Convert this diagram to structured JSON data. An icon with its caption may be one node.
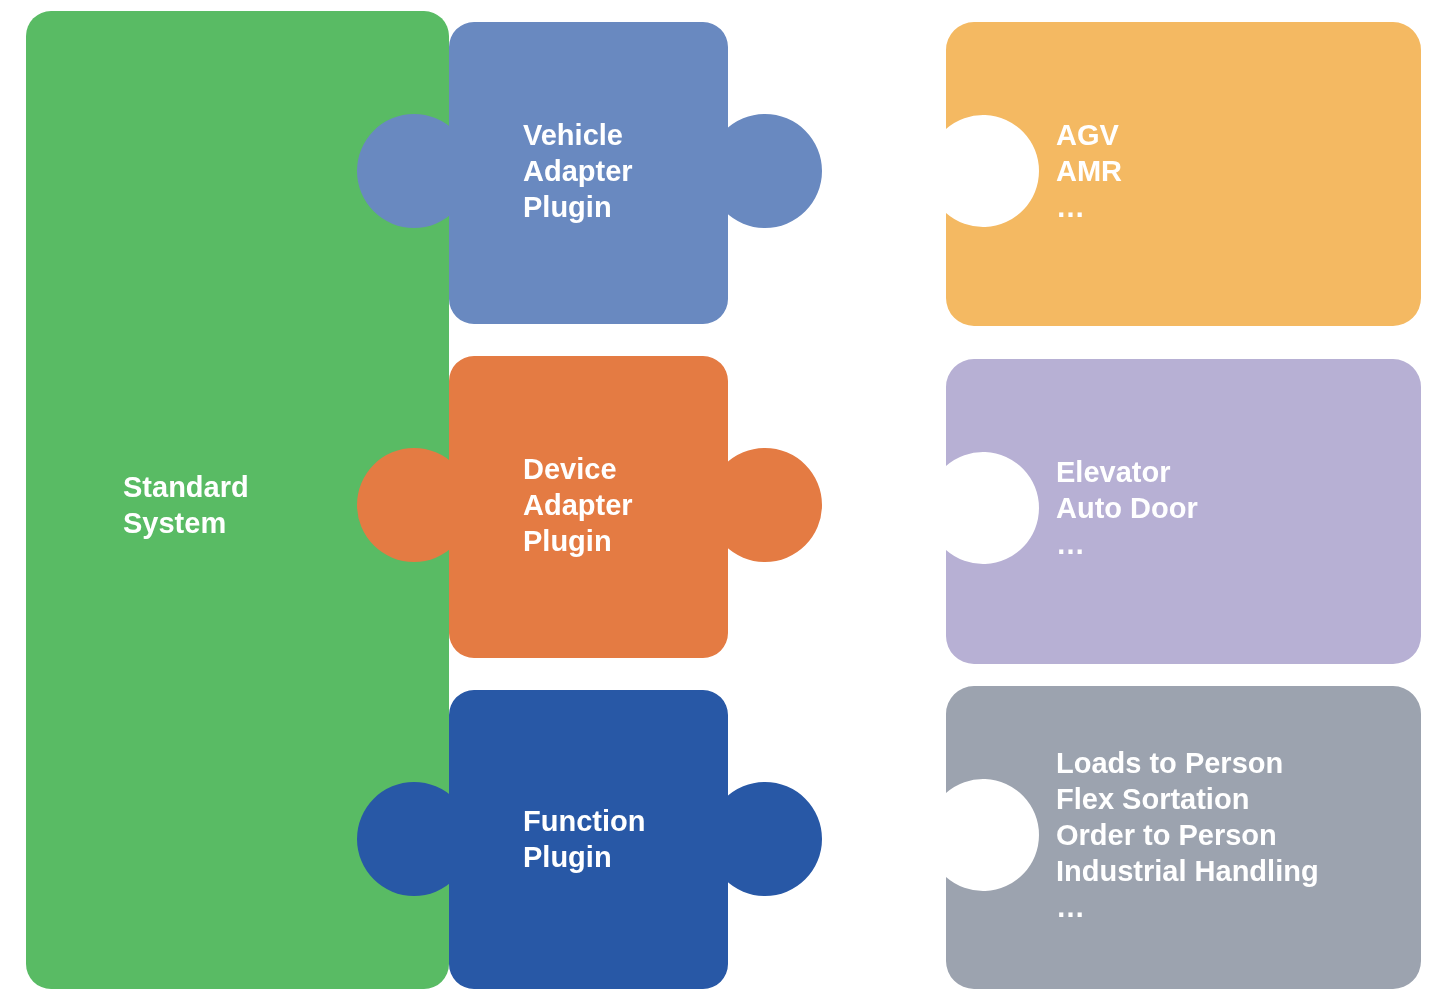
{
  "diagram": {
    "nodes": [
      {
        "text": [
          "Standard System"
        ]
      },
      {
        "text": [
          "Vehicle Adapter Plugin"
        ]
      },
      {
        "text": [
          "Device Adapter Plugin"
        ]
      },
      {
        "text": [
          "Function Plugin"
        ]
      },
      {
        "text": [
          "AGV",
          "AMR",
          "…"
        ]
      },
      {
        "text": [
          "Elevator",
          "Auto Door",
          "…"
        ]
      },
      {
        "text": [
          "Loads to Person",
          "Flex Sortation",
          "Order to Person",
          "Industrial Handling",
          "…"
        ]
      }
    ]
  }
}
